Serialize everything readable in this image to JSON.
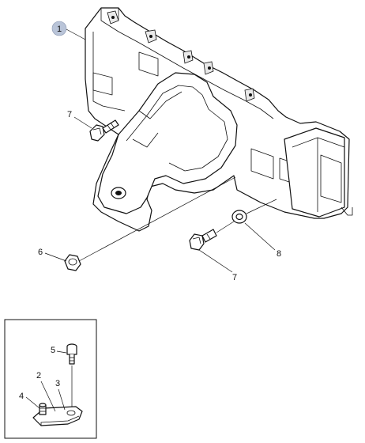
{
  "callouts": {
    "c1": "1",
    "c2": "2",
    "c3": "3",
    "c4": "4",
    "c5": "5",
    "c6": "6",
    "c7a": "7",
    "c7b": "7",
    "c8": "8"
  },
  "colors": {
    "line": "#111111",
    "highlight_badge": "#b9c4d8",
    "background": "#ffffff"
  }
}
